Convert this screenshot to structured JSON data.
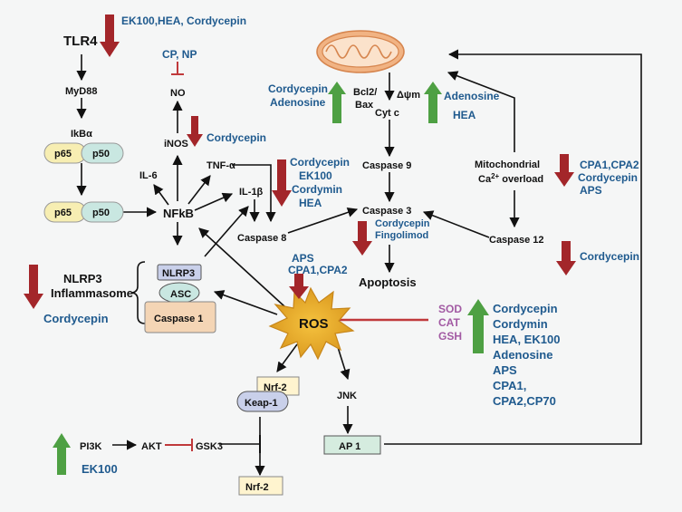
{
  "colors": {
    "background": "#f5f6f6",
    "text": "#111111",
    "compound_text": "#1f5a8e",
    "antioxidant_text": "#a25aa3",
    "down_arrow": "#a3262a",
    "up_arrow": "#4ea043",
    "inhibition_line": "#c0393b",
    "ros_burst": "#e2a822",
    "mitochondrion": "#f1b383",
    "p65_fill": "#f7eeb2",
    "p50_fill": "#c9e7e1",
    "caspase1_fill": "#f4d5b5",
    "nrf2_fill": "#fff4cf",
    "keap1_fill": "#c9d0ea",
    "ap1_fill": "#d5ecdf"
  },
  "nodes": {
    "tlr4": "TLR4",
    "myd88": "MyD88",
    "ikba": "IkBα",
    "p65_a": "p65",
    "p50_a": "p50",
    "p65_b": "p65",
    "p50_b": "p50",
    "nfkb": "NFkB",
    "il6": "IL-6",
    "inos": "iNOS",
    "no": "NO",
    "tnfa": "TNF-α",
    "il1b": "IL-1β",
    "caspase8": "Caspase 8",
    "nlrp3_box": "NLRP3",
    "asc": "ASC",
    "caspase1": "Caspase 1",
    "nlrp3_line1": "NLRP3",
    "nlrp3_line2": "Inflammasome",
    "bcl2_line1": "Bcl2/",
    "bcl2_line2": "Bax",
    "delta_psi": "Δψm",
    "cytc": "Cyt c",
    "caspase9": "Caspase 9",
    "caspase3": "Caspase 3",
    "apoptosis": "Apoptosis",
    "mito_line1": "Mitochondrial",
    "mito_line2": "Ca",
    "mito_sup": "2+",
    "mito_line2_rest": " overload",
    "caspase12": "Caspase 12",
    "ros": "ROS",
    "nrf2_top": "Nrf-2",
    "keap1": "Keap-1",
    "nrf2_bottom": "Nrf-2",
    "jnk": "JNK",
    "ap1": "AP 1",
    "pi3k": "PI3K",
    "akt": "AKT",
    "gsk3": "GSK3"
  },
  "compounds": {
    "tlr4_inhibitors": "EK100,HEA, Cordycepin",
    "no_inhibitors": "CP, NP",
    "inos_inhibitor": "Cordycepin",
    "cytokine_inhibitors": [
      "Cordycepin",
      "EK100",
      "Cordymin",
      "HEA"
    ],
    "mito_left_up": [
      "Cordycepin",
      "Adenosine"
    ],
    "mito_right_up": [
      "Adenosine",
      "HEA"
    ],
    "caspase3_inhibitors": [
      "Cordycepin",
      "Fingolimod"
    ],
    "calcium_inhibitors": [
      "CPA1,CPA2",
      "Cordycepin",
      "APS"
    ],
    "caspase12_inhibitor": "Cordycepin",
    "inflammasome_inhibitor": "Cordycepin",
    "ros_inhibitors": [
      "APS",
      "CPA1,CPA2"
    ],
    "antioxidants": [
      "SOD",
      "CAT",
      "GSH"
    ],
    "antioxidant_enhancers": [
      "Cordycepin",
      "Cordymin",
      "HEA, EK100",
      "Adenosine",
      "APS",
      "CPA1,",
      "CPA2,CP70"
    ],
    "pi3k_activator": "EK100"
  }
}
